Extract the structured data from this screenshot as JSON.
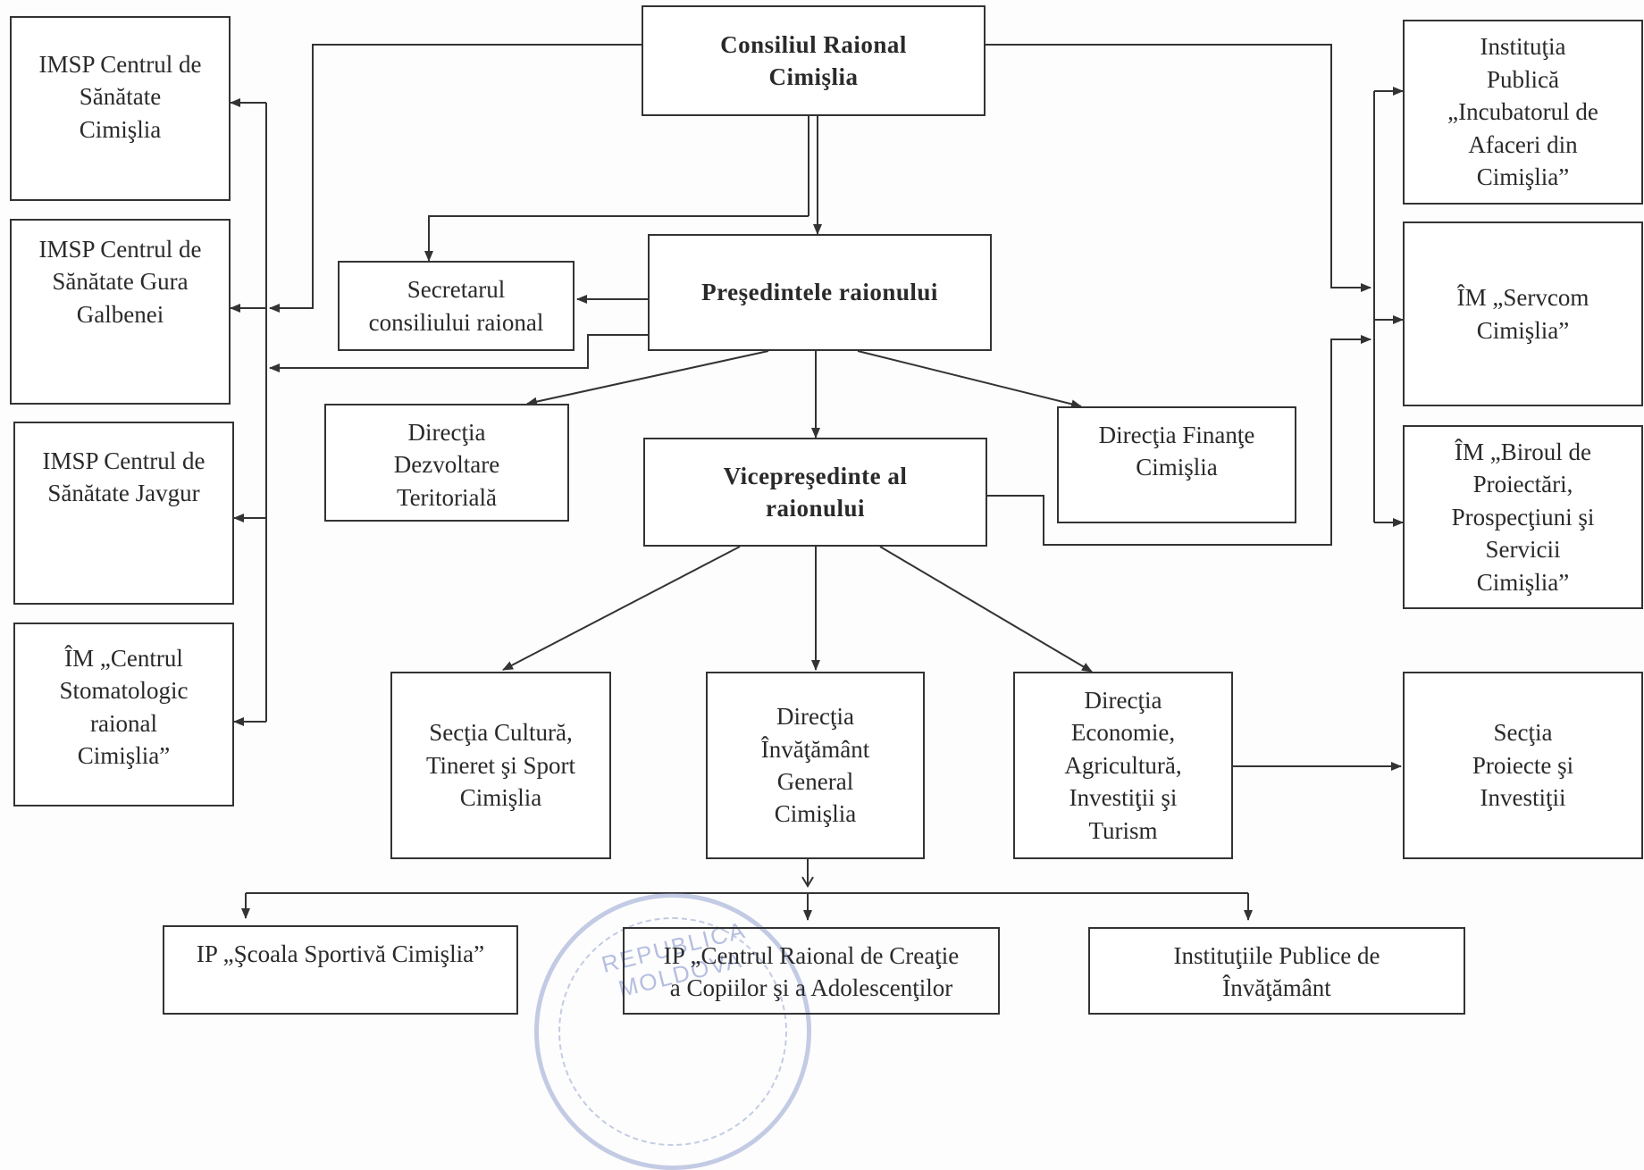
{
  "nodes": {
    "consiliul": "Consiliul Raional\nCimişlia",
    "presedinte": "Preşedintele raionului",
    "secretar": "Secretarul\nconsiliului raional",
    "vicepresedinte": "Vicepreşedinte al\nraionului",
    "dir_dezvoltare": "Direcţia\nDezvoltare\nTeritorială",
    "dir_finante": "Direcţia Finanţe\nCimişlia",
    "imsp_cimislia": "IMSP Centrul de\nSănătate\nCimişlia",
    "imsp_gura_galbenei": "IMSP Centrul de\nSănătate Gura\nGalbenei",
    "imsp_javgur": "IMSP Centrul de\nSănătate  Javgur",
    "im_stomatologic": "ÎM „Centrul\nStomatologic\nraional\nCimişlia”",
    "ip_incubator": "Instituţia\nPublică\n„Incubatorul de\nAfaceri din\nCimişlia”",
    "im_servcom": "ÎM „Servcom\nCimişlia”",
    "im_biroul": "ÎM „Biroul de\nProiectări,\nProspecţiuni şi\nServicii\nCimişlia”",
    "sectia_cultura": "Secţia Cultură,\nTineret şi Sport\nCimişlia",
    "dir_invatamant": "Direcţia\nÎnvăţământ\nGeneral\nCimişlia",
    "dir_economie": "Direcţia\nEconomie,\nAgricultură,\nInvestiţii şi\nTurism",
    "sectia_proiecte": "Secţia\nProiecte şi\nInvestiţii",
    "ip_scoala_sportiva": "IP „Şcoala Sportivă Cimişlia”",
    "ip_centrul_creatie": "IP „Centrul Raional de Creaţie\na Copiilor şi a Adolescenţilor",
    "institutiile_publice": "Instituţiile Publice de\nÎnvăţământ"
  },
  "seal": {
    "text": "REPUBLICA MOLDOVA",
    "color": "#7d8fc8"
  }
}
